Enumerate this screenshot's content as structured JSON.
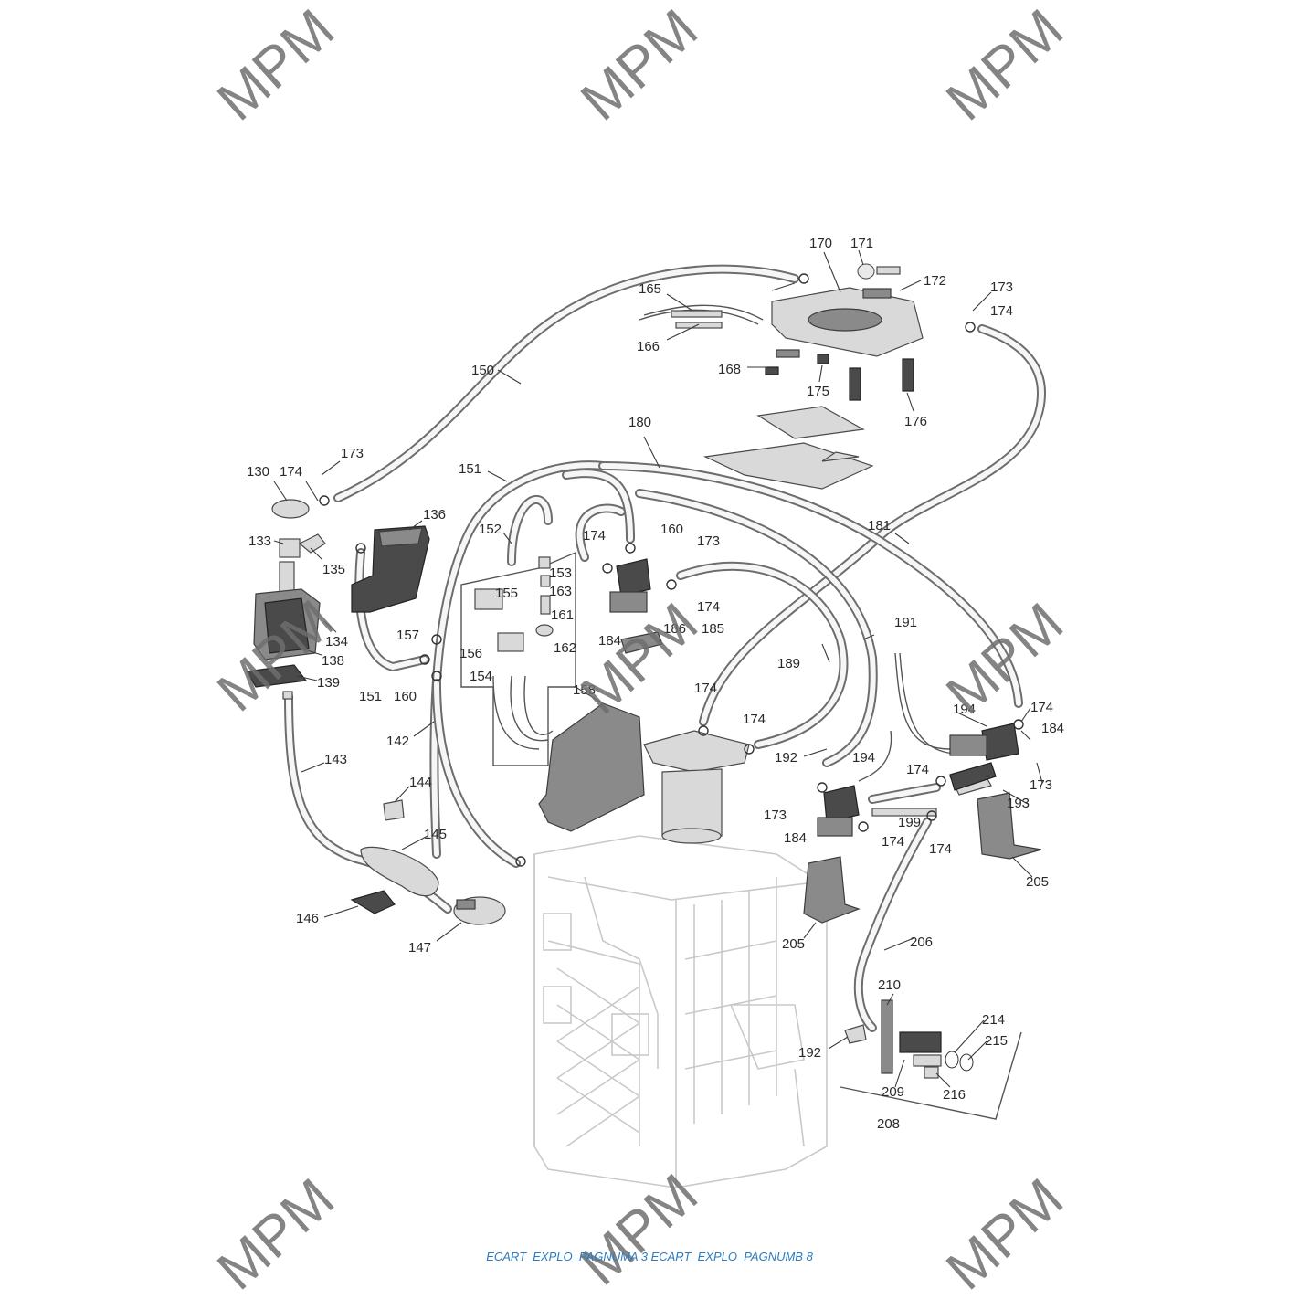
{
  "watermark": "MPM",
  "footer": "ECART_EXPLO_PAGNUMA 3 ECART_EXPLO_PAGNUMB 8",
  "part_labels": [
    "170",
    "171",
    "172",
    "173",
    "174",
    "165",
    "166",
    "168",
    "175",
    "176",
    "150",
    "180",
    "173",
    "174",
    "130",
    "133",
    "135",
    "134",
    "138",
    "139",
    "136",
    "151",
    "152",
    "153",
    "163",
    "161",
    "155",
    "156",
    "154",
    "162",
    "157",
    "160",
    "151",
    "174",
    "160",
    "173",
    "184",
    "186",
    "185",
    "174",
    "181",
    "191",
    "189",
    "158",
    "142",
    "143",
    "144",
    "145",
    "146",
    "147",
    "174",
    "174",
    "192",
    "194",
    "194",
    "174",
    "184",
    "173",
    "173",
    "193",
    "174",
    "184",
    "174",
    "199",
    "174",
    "205",
    "205",
    "206",
    "210",
    "214",
    "215",
    "192",
    "209",
    "216",
    "208"
  ]
}
